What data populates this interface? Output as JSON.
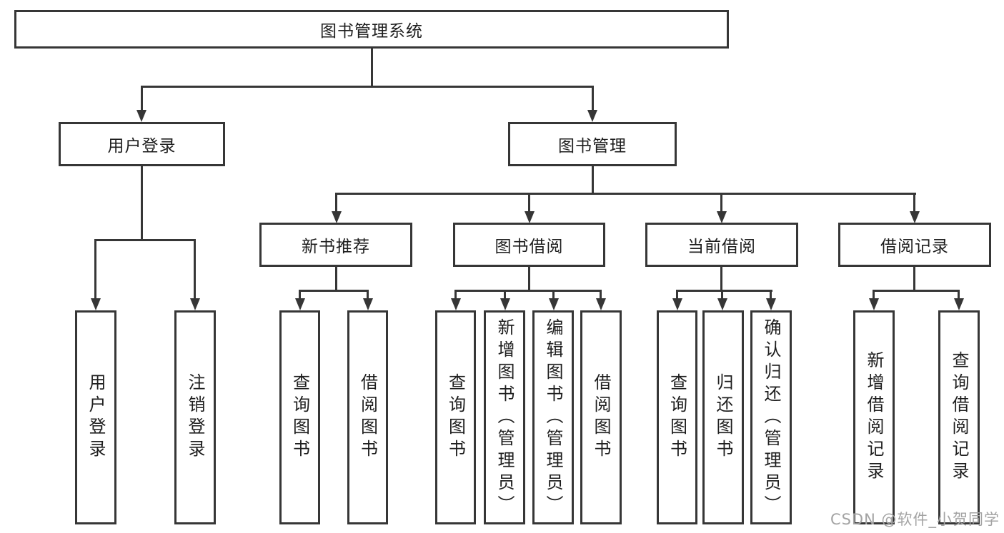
{
  "tree": {
    "label": "图书管理系统",
    "children": [
      {
        "label": "用户登录",
        "children": [
          {
            "label": "用户登录"
          },
          {
            "label": "注销登录"
          }
        ]
      },
      {
        "label": "图书管理",
        "children": [
          {
            "label": "新书推荐",
            "children": [
              {
                "label": "查询图书"
              },
              {
                "label": "借阅图书"
              }
            ]
          },
          {
            "label": "图书借阅",
            "children": [
              {
                "label": "查询图书"
              },
              {
                "label": "新增图书（管理员）"
              },
              {
                "label": "编辑图书（管理员）"
              },
              {
                "label": "借阅图书"
              }
            ]
          },
          {
            "label": "当前借阅",
            "children": [
              {
                "label": "查询图书"
              },
              {
                "label": "归还图书"
              },
              {
                "label": "确认归还（管理员）"
              }
            ]
          },
          {
            "label": "借阅记录",
            "children": [
              {
                "label": "新增借阅记录"
              },
              {
                "label": "查询借阅记录"
              }
            ]
          }
        ]
      }
    ]
  },
  "watermark": "CSDN @软件_小贺同学",
  "colors": {
    "line": "#363636",
    "box_border": "#363636",
    "text": "#1e1e1e",
    "watermark": "#a3a3a3",
    "background": "#ffffff"
  }
}
